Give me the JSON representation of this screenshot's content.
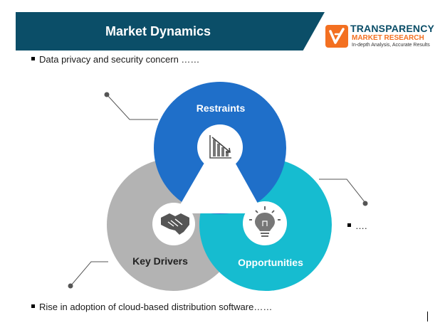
{
  "header": {
    "title": "Market Dynamics"
  },
  "logo": {
    "line1": "TRANSPARENCY",
    "line2": "MARKET RESEARCH",
    "line3": "In-depth Analysis, Accurate Results"
  },
  "bullets": {
    "top": "Data privacy and security concern ……",
    "right": "….",
    "bottom": "Rise in adoption of cloud-based distribution software……"
  },
  "diagram": {
    "restraints": {
      "label": "Restraints",
      "icon": "declining-bar-chart-icon",
      "color": "#1f6fc9"
    },
    "key_drivers": {
      "label": "Key Drivers",
      "icon": "handshake-icon",
      "color": "#b3b3b3"
    },
    "opportunities": {
      "label": "Opportunities",
      "icon": "lightbulb-icon",
      "color": "#16bcd0"
    }
  },
  "colors": {
    "header_bg": "#0b4e68",
    "brand_orange": "#f37021"
  }
}
